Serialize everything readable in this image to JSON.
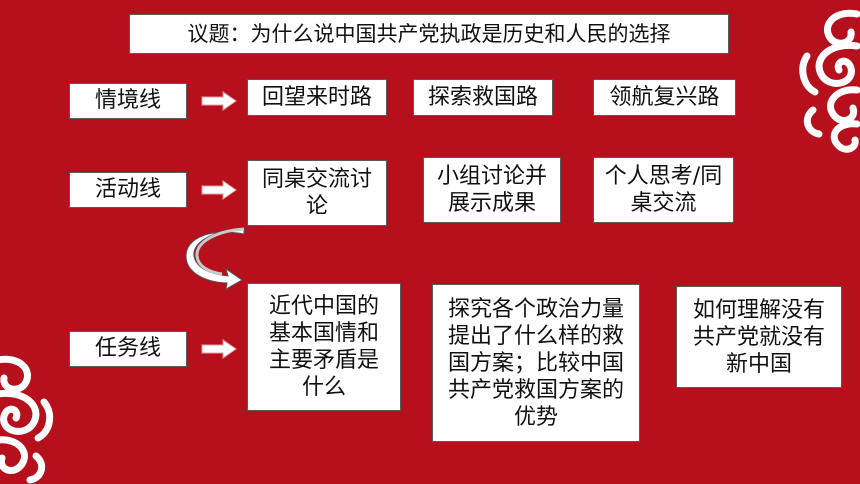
{
  "title": "议题：为什么说中国共产党执政是历史和人民的选择",
  "rows": [
    {
      "label": "情境线",
      "items": [
        "回望来时路",
        "探索救国路",
        "领航复兴路"
      ]
    },
    {
      "label": "活动线",
      "items": [
        "同桌交流讨论",
        "小组讨论并展示成果",
        "个人思考/同桌交流"
      ]
    },
    {
      "label": "任务线",
      "items": [
        "近代中国的基本国情和主要矛盾是什么",
        "探究各个政治力量提出了什么样的救国方案；比较中国共产党救国方案的优势",
        "如何理解没有共产党就没有新中国"
      ]
    }
  ],
  "colors": {
    "background": "#b5101c",
    "box": "#ffffff",
    "arrow_fill": "#ffffff",
    "arrow_stroke": "#e8a0a0",
    "curve_arrow_body": "#c9c9c9",
    "ornament": "#ffffff"
  },
  "icons": {
    "right_arrow": "right-arrow-icon",
    "curved_arrow": "curved-down-arrow-icon",
    "ornament": "cloud-pattern-ornament"
  }
}
